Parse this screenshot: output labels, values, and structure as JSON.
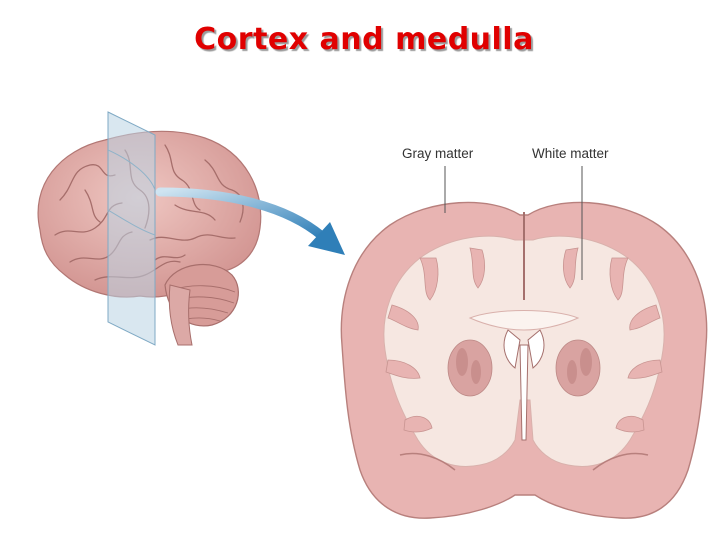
{
  "slide": {
    "title": "Cortex and medulla"
  },
  "diagram": {
    "labels": {
      "gray_matter": "Gray matter",
      "white_matter": "White matter"
    }
  },
  "colors": {
    "title": "#e00000",
    "gray_matter": "#e8b4b2",
    "white_matter": "#f6e7e1",
    "brain_surface": "#dda6a3",
    "arrow": "#3f8fc4",
    "section_plane": "#b9d4e4"
  }
}
